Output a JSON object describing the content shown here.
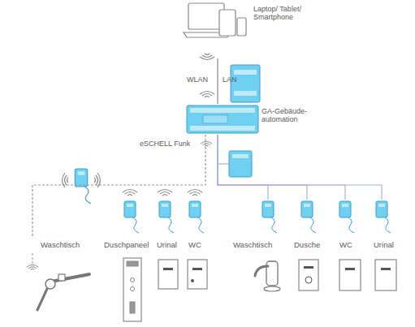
{
  "diagram": {
    "nodes": [
      {
        "text": [
          "Laptop/ Tablet/ Smartphone"
        ]
      },
      {
        "text": [
          "GA-Gebäude- automation"
        ]
      },
      {
        "text": [
          "Waschtisch"
        ]
      },
      {
        "text": [
          "Duschpaneel"
        ]
      },
      {
        "text": [
          "Urinal"
        ]
      },
      {
        "text": [
          "WC"
        ]
      },
      {
        "text": [
          "Waschtisch"
        ]
      },
      {
        "text": [
          "Dusche"
        ]
      },
      {
        "text": [
          "WC"
        ]
      },
      {
        "text": [
          "Urinal"
        ]
      }
    ],
    "edges": [
      {
        "from": 0,
        "to": 1,
        "label": "LAN",
        "arrow": "none"
      },
      {
        "from": 1,
        "to": 2,
        "arrow": "none"
      },
      {
        "from": 1,
        "to": 6,
        "arrow": "none"
      },
      {
        "from": 1,
        "to": 7,
        "arrow": "none"
      },
      {
        "from": 1,
        "to": 8,
        "arrow": "none"
      },
      {
        "from": 1,
        "to": 9,
        "arrow": "none"
      }
    ],
    "labels": [
      "WLAN",
      "eSCHELL Funk"
    ]
  }
}
